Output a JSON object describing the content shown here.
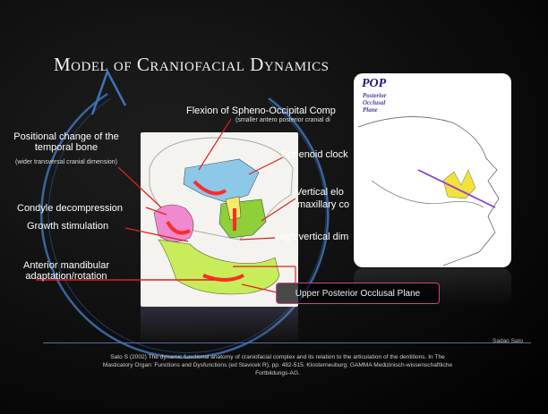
{
  "slide": {
    "title": "Model of Craniofacial Dynamics",
    "labels": {
      "flexion": "Flexion of Spheno-Occipital Comp",
      "flexion_sub": "(smaller antero posterior cranial di",
      "temporal_1": "Positional change of the",
      "temporal_2": "temporal bone",
      "temporal_sub": "(wider transversal cranial dimension)",
      "sphenoid": "Sphenoid clock",
      "vertical_1": "Vertical elo",
      "vertical_2": "maxillary co",
      "condyle": "Condyle decompression",
      "growth": "Growth stimulation",
      "high_vertical": "High vertical dim",
      "mandibular_1": "Anterior mandibular",
      "mandibular_2": "adaptation/rotation"
    },
    "plane_box_text": "Upper Posterior Occlusal Plane",
    "pop": {
      "title": "POP",
      "subtitle_1": "Posterior",
      "subtitle_2": "Occlusal",
      "subtitle_3": "Plane"
    },
    "signature": "Sadao Sato",
    "citation_1": "Sato S (2002) The dynamic functional anatomy of craniofacial complex and its relation to the articulation of the dentitions. In The",
    "citation_2": "Masticatory Organ: Functions and Dysfunctions (ed Slavicek R), pp. 482-515. Klosterneuburg: GAMMA Medizinisch-wissenschaftliche",
    "citation_3": "Fortbildungs-AG."
  },
  "colors": {
    "background": "#000000",
    "circle": "#3f74b8",
    "arrow": "#ff2a2a",
    "bone_blue": "#8ec8e8",
    "bone_green": "#8ecf3a",
    "bone_pink": "#f08ad0",
    "bone_yellow": "#f2ec6a",
    "plane_line": "#8a3fd0",
    "plane_box_border": "#c8468c"
  }
}
